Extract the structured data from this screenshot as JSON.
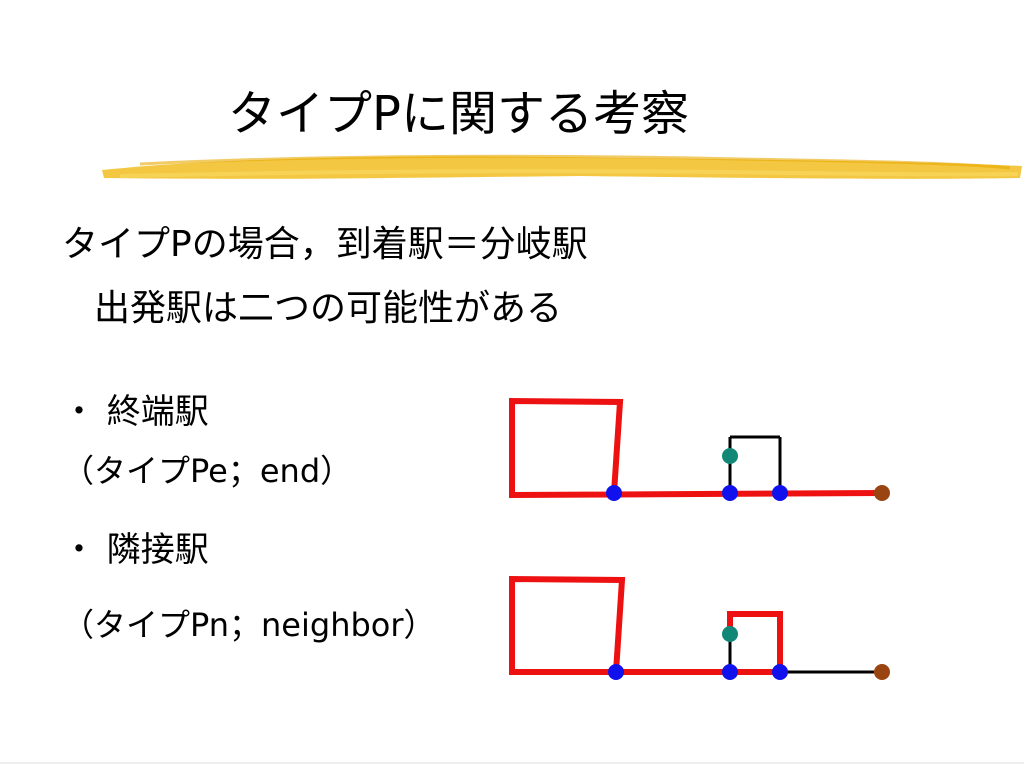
{
  "slide": {
    "title": "タイプPに関する考察",
    "lines": [
      "タイプPの場合，到着駅＝分岐駅",
      "出発駅は二つの可能性がある"
    ],
    "items": [
      {
        "bullet": "・ 終端駅",
        "label": "（タイプPe；end）"
      },
      {
        "bullet": "・ 隣接駅",
        "label": "（タイプPn；neighbor）"
      }
    ]
  },
  "colors": {
    "route": "#ee1111",
    "track": "#000000",
    "station": "#1111ee",
    "start": "#118877",
    "terminal": "#994411",
    "brush": "#f2c12e"
  }
}
